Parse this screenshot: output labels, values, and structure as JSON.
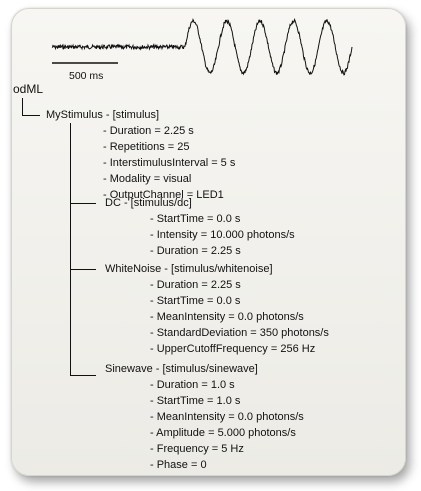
{
  "scalebar": {
    "label": "500 ms"
  },
  "tree": {
    "root": "odML",
    "stimulus": {
      "label": "MyStimulus - [stimulus]",
      "properties": [
        "- Duration = 2.25 s",
        "- Repetitions = 25",
        "- InterstimulusInterval = 5 s",
        "- Modality = visual",
        "- OutputChannel = LED1"
      ]
    },
    "sections": [
      {
        "label": "DC - [stimulus/dc]",
        "properties": [
          "- StartTime = 0.0 s",
          "- Intensity = 10.000 photons/s",
          "- Duration = 2.25 s"
        ]
      },
      {
        "label": "WhiteNoise - [stimulus/whitenoise]",
        "properties": [
          "- Duration = 2.25 s",
          "- StartTime = 0.0 s",
          "- MeanIntensity = 0.0 photons/s",
          "- StandardDeviation = 350 photons/s",
          "- UpperCutoffFrequency = 256 Hz"
        ]
      },
      {
        "label": "Sinewave - [stimulus/sinewave]",
        "properties": [
          "- Duration = 1.0 s",
          "- StartTime = 1.0 s",
          "- MeanIntensity = 0.0 photons/s",
          "- Amplitude = 5.000 photons/s",
          "- Frequency = 5 Hz",
          "- Phase = 0"
        ]
      }
    ]
  },
  "colors": {
    "ink": "#111111",
    "card": "#f2f1ec",
    "border": "#d6d4cc"
  }
}
